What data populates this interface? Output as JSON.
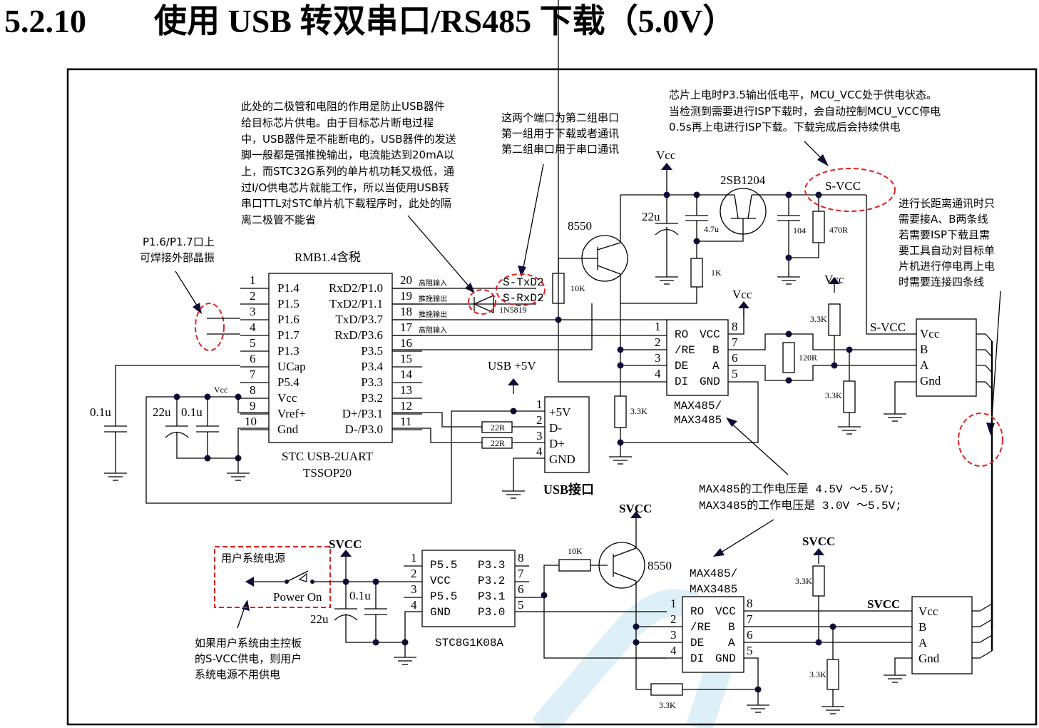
{
  "title": {
    "section": "5.2.10",
    "text": "使用 USB 转双串口/RS485 下载（5.0V）"
  },
  "notes": {
    "diode_note": [
      "此处的二极管和电阻的作用是防止USB器件",
      "给目标芯片供电。由于目标芯片断电过程",
      "中，USB器件是不能断电的，USB器件的发送",
      "脚一般都是强推挽输出，电流能达到20mA以",
      "上，而STC32G系列的单片机功耗又极低，通",
      "过I/O供电芯片就能工作，所以当使用USB转",
      "串口TTL对STC单片机下载程序时，此处的隔",
      "离二极管不能省"
    ],
    "port_note": [
      "这两个端口为第二组串口",
      "第一组用于下载或者通讯",
      "第二组串口用于串口通讯"
    ],
    "svcc_note": [
      "芯片上电时P3.5输出低电平，MCU_VCC处于供电状态。",
      "当检测到需要进行ISP下载时，会自动控制MCU_VCC停电",
      "0.5s再上电进行ISP下载。下载完成后会持续供电"
    ],
    "crystal_note": [
      "P1.6/P1.7口上",
      "可焊接外部晶振"
    ],
    "long_distance_note": [
      "进行长距离通讯时只",
      "需要接A、B两条线",
      "若需要ISP下载且需",
      "要工具自动对目标单",
      "片机进行停电再上电",
      "时需要连接四条线"
    ],
    "max_voltage_note": [
      "MAX485的工作电压是 4.5V ～5.5V;",
      "MAX3485的工作电压是 3.0V ～5.5V;"
    ],
    "user_power_note": [
      "如果用户系统由主控板",
      "的S-VCC供电，则用户",
      "系统电源不用供电"
    ]
  },
  "usb_chip": {
    "header": "RMB1.4含税",
    "name": "STC USB-2UART",
    "package": "TSSOP20",
    "left_pins": [
      {
        "num": "1",
        "name": "P1.4"
      },
      {
        "num": "2",
        "name": "P1.5"
      },
      {
        "num": "3",
        "name": "P1.6"
      },
      {
        "num": "4",
        "name": "P1.7"
      },
      {
        "num": "5",
        "name": "P1.3"
      },
      {
        "num": "6",
        "name": "UCap"
      },
      {
        "num": "7",
        "name": "P5.4"
      },
      {
        "num": "8",
        "name": "Vcc"
      },
      {
        "num": "9",
        "name": "Vref+"
      },
      {
        "num": "10",
        "name": "Gnd"
      }
    ],
    "right_pins": [
      {
        "num": "20",
        "name": "RxD2/P1.0",
        "note": "高阻输入"
      },
      {
        "num": "19",
        "name": "TxD2/P1.1",
        "note": "推挽输出"
      },
      {
        "num": "18",
        "name": "TxD/P3.7",
        "note": "推挽输出"
      },
      {
        "num": "17",
        "name": "RxD/P3.6",
        "note": "高阻输入"
      },
      {
        "num": "16",
        "name": "P3.5",
        "note": ""
      },
      {
        "num": "15",
        "name": "P3.4",
        "note": ""
      },
      {
        "num": "14",
        "name": "P3.3",
        "note": ""
      },
      {
        "num": "13",
        "name": "P3.2",
        "note": ""
      },
      {
        "num": "12",
        "name": "D+/P3.1",
        "note": ""
      },
      {
        "num": "11",
        "name": "D-/P3.0",
        "note": ""
      }
    ]
  },
  "usb_connector": {
    "title": "USB接口",
    "supply": "USB +5V",
    "pins": [
      {
        "num": "1",
        "name": "+5V"
      },
      {
        "num": "2",
        "name": "D-"
      },
      {
        "num": "3",
        "name": "D+"
      },
      {
        "num": "4",
        "name": "GND"
      }
    ],
    "resistors": [
      "22R",
      "22R"
    ]
  },
  "labels": {
    "vcc": "Vcc",
    "svcc": "SVCC",
    "s_vcc": "S-VCC",
    "s_txd2": "S-TxD2",
    "s_rxd2": "S-RxD2",
    "diode": "1N5819",
    "cap_01u": "0.1u",
    "cap_22u": "22u",
    "cap_47u": "4.7u",
    "cap_104": "104",
    "r_10k": "10K",
    "r_1k": "1K",
    "r_470r": "470R",
    "r_33k": "3.3K",
    "r_120r": "120R",
    "pnp_8550": "8550",
    "pnp_2sb1204": "2SB1204",
    "power_on": "Power On",
    "user_power": "用户系统电源"
  },
  "max485": {
    "name": [
      "MAX485/",
      "MAX3485"
    ],
    "left_pins": [
      {
        "num": "1",
        "name": "RO"
      },
      {
        "num": "2",
        "name": "/RE"
      },
      {
        "num": "3",
        "name": "DE"
      },
      {
        "num": "4",
        "name": "DI"
      }
    ],
    "right_pins": [
      {
        "num": "8",
        "name": "VCC"
      },
      {
        "num": "7",
        "name": "B"
      },
      {
        "num": "6",
        "name": "A"
      },
      {
        "num": "5",
        "name": "GND"
      }
    ]
  },
  "connector": {
    "pins": [
      "Vcc",
      "B",
      "A",
      "Gnd"
    ]
  },
  "stc8g": {
    "name": "STC8G1K08A",
    "left_pins": [
      {
        "num": "1",
        "name": "P5.5"
      },
      {
        "num": "2",
        "name": "VCC"
      },
      {
        "num": "3",
        "name": "P5.5"
      },
      {
        "num": "4",
        "name": "GND"
      }
    ],
    "right_pins": [
      {
        "num": "8",
        "name": "P3.3"
      },
      {
        "num": "7",
        "name": "P3.2"
      },
      {
        "num": "6",
        "name": "P3.1"
      },
      {
        "num": "5",
        "name": "P3.0"
      }
    ]
  }
}
